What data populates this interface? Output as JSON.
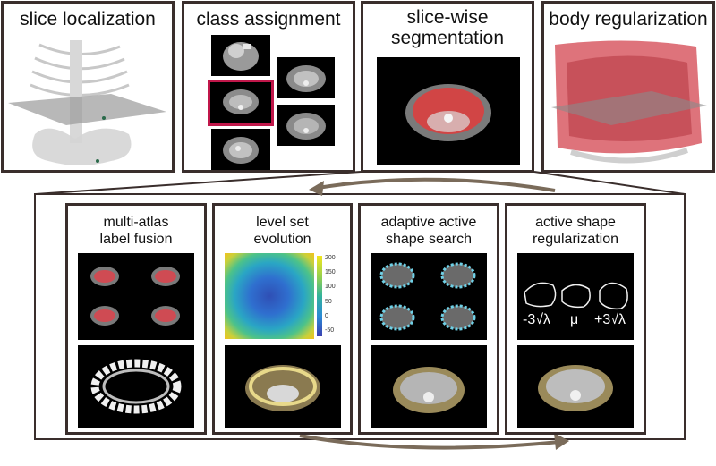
{
  "top_panels": {
    "slice_localization": "slice localization",
    "class_assignment": "class assignment",
    "slicewise_line1": "slice-wise",
    "slicewise_line2": "segmentation",
    "body_regularization": "body regularization"
  },
  "sub_panels": {
    "multi_atlas_line1": "multi-atlas",
    "multi_atlas_line2": "label fusion",
    "level_set_line1": "level set",
    "level_set_line2": "evolution",
    "adaptive_line1": "adaptive active",
    "adaptive_line2": "shape search",
    "active_shape_line1": "active shape",
    "active_shape_line2": "regularization"
  },
  "colorbar_ticks": [
    "200",
    "150",
    "100",
    "50",
    "0",
    "-50"
  ],
  "shape_labels": {
    "minus": "-3√λ",
    "mean": "μ",
    "plus": "+3√λ"
  },
  "colors": {
    "border": "#3a2e2c",
    "arrow": "#7a6b5a",
    "highlight": "#c0174a",
    "segmentation": "#e03c3c",
    "contour": "#6fd0e6"
  }
}
